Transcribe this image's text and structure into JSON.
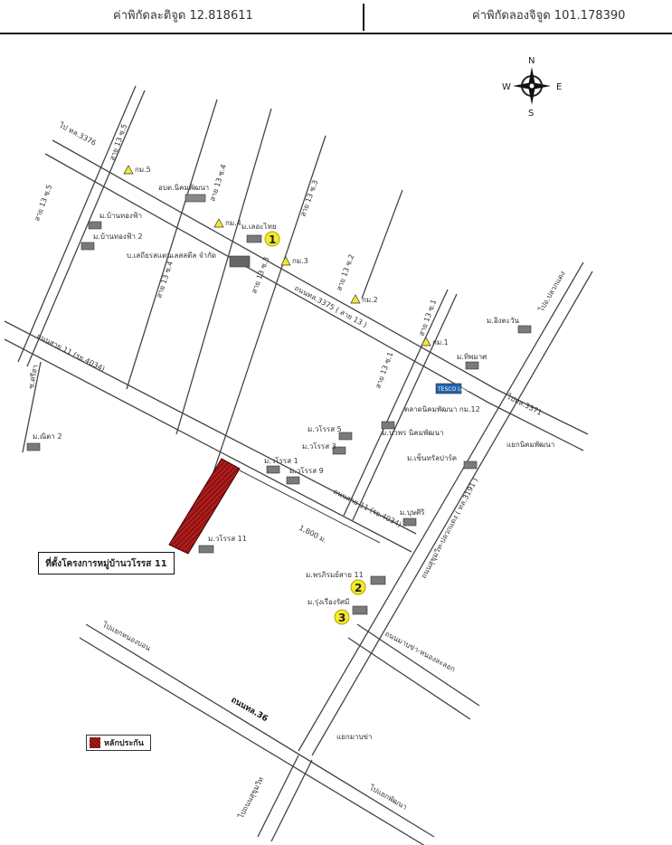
{
  "header": {
    "latitude_text": "ค่าพิกัดละติจูด 12.818611",
    "longitude_text": "ค่าพิกัดลองจิจูด 101.178390"
  },
  "compass": {
    "n": "N",
    "s": "S",
    "e": "E",
    "w": "W"
  },
  "roads": {
    "r_3376": "ไป ทล.3376",
    "soi_13_5_top": "สาย 13 ซ.5",
    "soi_13_5_side": "สาย 13 ซ.5",
    "soi_13_4_top": "สาย 13 ซ.4",
    "soi_13_4_mid": "สาย 13 ซ.4",
    "soi_13_3_top": "สาย 13 ซ.3",
    "soi_13_3_mid": "สาย 13 ซ.3",
    "soi_13_2": "สาย 13 ซ.2",
    "soi_13_1_top": "สาย 13 ซ.1",
    "soi_13_1_mid": "สาย 13 ซ.1",
    "r_3375": "ถนนทล.3375 ( สาย 13 )",
    "r_11_upper": "ถนนสาย 11 (รย.4034)",
    "r_11_lower": "ถนนสาย 11 (รย.4034)",
    "jsri": "ซ.ศรีสา",
    "to_pluakdaeng": "ไปอ.ปลวกแดง",
    "to_3371": "ไปทล.3371",
    "r_3191": "ถนนสุขุมวิท-ปลวกแดง ( ทล.3191 )",
    "junction_nikhom": "แยกนิคมพัฒนา",
    "r_mabkha": "ถนนมาบข่า-หนองละลอก",
    "to_nongbon": "ไปแยกหนองบอน",
    "r_36": "ถนนทล.36",
    "junction_mabkha": "แยกมาบข่า",
    "to_sukhumvit": "ไปถนนสุขุมวิท",
    "to_phatthana": "ไปแยกพัฒนา",
    "distance": "1,800 ม."
  },
  "places": {
    "kor_mor_5": "กม.5",
    "kor_mor_4": "กม.4",
    "kor_mor_3": "กม.3",
    "kor_mor_2": "กม.2",
    "kor_mor_1": "กม.1",
    "obt": "อบต.นิคมพัฒนา",
    "baan_thongfa": "ม.บ้านทองฟ้า",
    "baan_thongfa_2": "ม.บ้านทองฟ้า 2",
    "lethai": "ม.เลอะไทย",
    "factory": "บ.เสถียรสแตนเลสสตีล จำกัด",
    "ingtawan": "ม.อิงตะวัน",
    "thipmat": "ม.ทิพมาศ",
    "market": "ตลาดนิคมพัฒนา กม.12",
    "tesco": "TESCO Lotus",
    "worasut_5": "ม.วโรรส 5",
    "worasut_3": "ม.วโรรส 3",
    "worasut_1": "ม.วโรรส 1",
    "worasut_9": "ม.วโรรส 9",
    "worasut_11": "ม.วโรรส 11",
    "nawaporn": "ม.นวพร นิคมพัฒนา",
    "center_park": "ม.เซ็นทรัลปาร์ค",
    "bussiri": "ม.บุษศิริ",
    "phanita_2": "ม.ณิตา 2",
    "pornphirom": "ม.พรภิรมย์สาย 11",
    "rungrueang": "ม.รุ่งเรืองรัศมี"
  },
  "markers": {
    "m1": "1",
    "m2": "2",
    "m3": "3"
  },
  "project_label": "ที่ตั้งโครงการหมู่บ้านวโรรส 11",
  "legend_label": "หลักประกัน",
  "colors": {
    "collateral": "#a01818",
    "marker": "#f2ea2a",
    "road": "#444444"
  }
}
